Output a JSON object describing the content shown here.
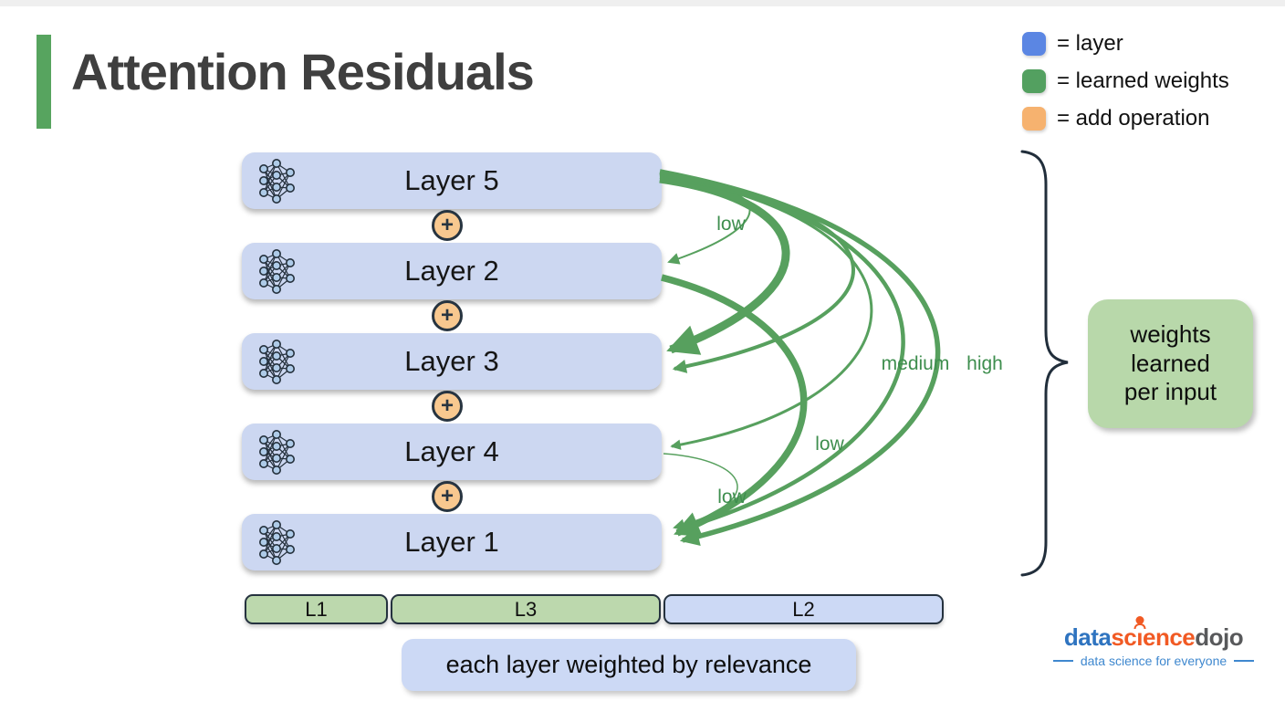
{
  "title": {
    "text": "Attention Residuals"
  },
  "legend": {
    "items": [
      {
        "label": "= layer",
        "color": "#5b86e3"
      },
      {
        "label": "= learned weights",
        "color": "#53a060"
      },
      {
        "label": "= add operation",
        "color": "#f6b26f"
      }
    ]
  },
  "layers": {
    "boxes": [
      {
        "label": "Layer 5"
      },
      {
        "label": "Layer 2"
      },
      {
        "label": "Layer 3"
      },
      {
        "label": "Layer 4"
      },
      {
        "label": "Layer 1"
      }
    ],
    "add_symbol": "+"
  },
  "arrows": {
    "color": "#57a05e",
    "labels": [
      {
        "text": "low"
      },
      {
        "text": "medium"
      },
      {
        "text": "high"
      },
      {
        "text": "low"
      },
      {
        "text": "low"
      }
    ]
  },
  "annotation": {
    "weights_box": {
      "lines": [
        "weights",
        "learned",
        "per input"
      ]
    }
  },
  "bottom_bar": {
    "segments": [
      {
        "label": "L1"
      },
      {
        "label": "L3"
      },
      {
        "label": "L2"
      }
    ]
  },
  "caption": {
    "text": "each layer weighted by relevance"
  },
  "logo": {
    "part_data": "data",
    "part_sc": "sc",
    "part_i": "ı",
    "part_ence": "ence",
    "part_dojo": "dojo",
    "tagline": "data science for everyone"
  }
}
